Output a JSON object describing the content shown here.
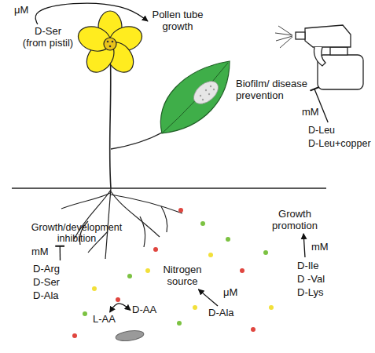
{
  "diagram": {
    "nodes": [
      {
        "text": [
          "D-Ser (from pistil)"
        ]
      },
      {
        "text": [
          "Pollen tube growth"
        ]
      },
      {
        "text": [
          "Biofilm/ disease prevention"
        ]
      },
      {
        "text": [
          "D-Leu",
          "D-Leu+copper"
        ]
      },
      {
        "text": [
          "Growth/development inhibition"
        ]
      },
      {
        "text": [
          "D-Arg",
          "D-Ser",
          "D-Ala"
        ]
      },
      {
        "text": [
          "Growth promotion"
        ]
      },
      {
        "text": [
          "D-Ile",
          "D -Val",
          "D-Lys"
        ]
      },
      {
        "text": [
          "Nitrogen source"
        ]
      },
      {
        "text": [
          "D-Ala"
        ]
      },
      {
        "text": [
          "L-AA"
        ]
      },
      {
        "text": [
          "D-AA"
        ]
      }
    ],
    "edges": [
      {
        "from": 0,
        "to": 1,
        "arrow": "to",
        "label": "μM"
      },
      {
        "from": 3,
        "to": 2,
        "arrow": "to",
        "label": "mM"
      },
      {
        "from": 5,
        "to": 4,
        "arrow": "to",
        "label": "mM"
      },
      {
        "from": 7,
        "to": 6,
        "arrow": "to",
        "label": "mM"
      },
      {
        "from": 9,
        "to": 8,
        "arrow": "to",
        "label": "μM"
      },
      {
        "from": 10,
        "to": 11,
        "arrow": "both"
      }
    ]
  }
}
